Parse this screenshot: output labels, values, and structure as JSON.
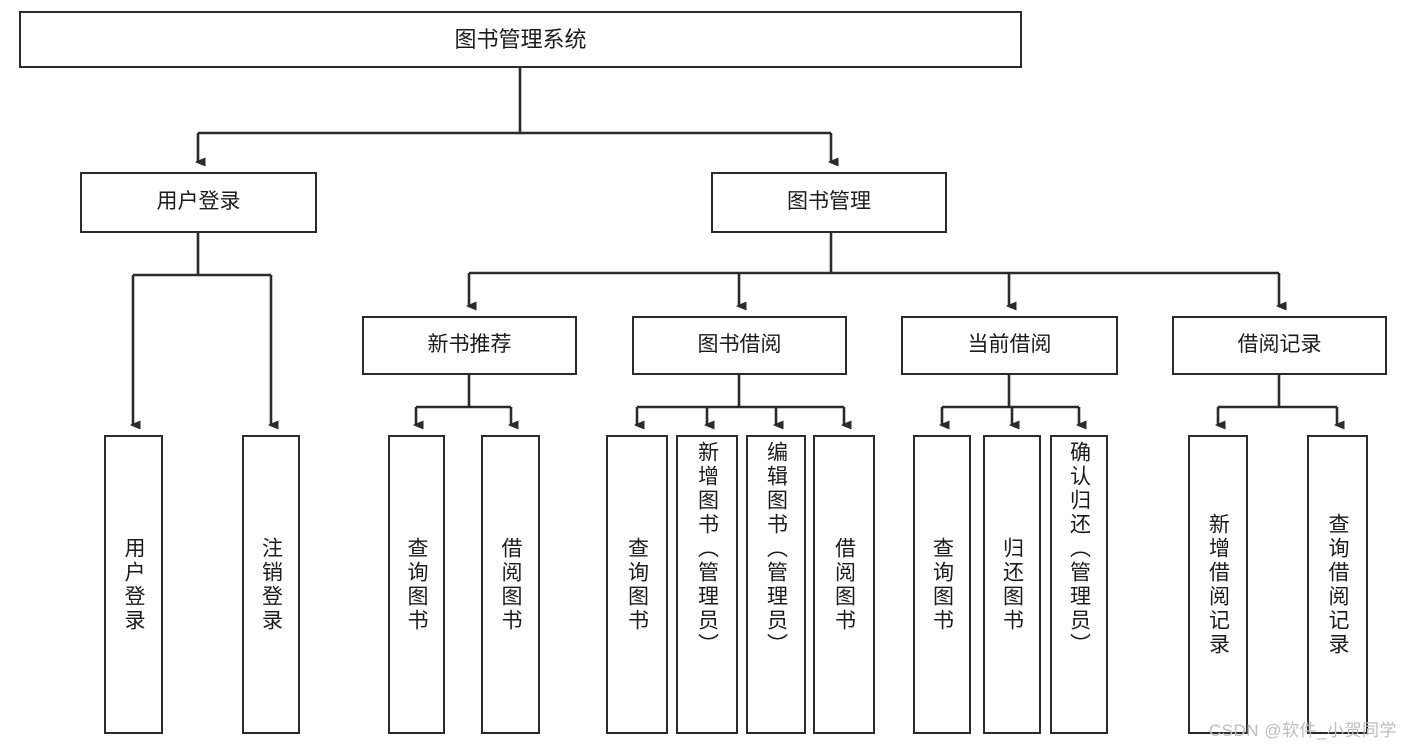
{
  "diagram": {
    "title": "图书管理系统",
    "type": "tree-hierarchy",
    "root": {
      "label": "图书管理系统"
    },
    "level2": [
      {
        "label": "用户登录"
      },
      {
        "label": "图书管理"
      }
    ],
    "level3": [
      {
        "label": "新书推荐"
      },
      {
        "label": "图书借阅"
      },
      {
        "label": "当前借阅"
      },
      {
        "label": "借阅记录"
      }
    ],
    "leaves": {
      "user_login": [
        {
          "label": "用户登录"
        },
        {
          "label": "注销登录"
        }
      ],
      "new_book_recommend": [
        {
          "label": "查询图书"
        },
        {
          "label": "借阅图书"
        }
      ],
      "book_borrow": [
        {
          "label": "查询图书"
        },
        {
          "label": "新增图书（管理员）"
        },
        {
          "label": "编辑图书（管理员）"
        },
        {
          "label": "借阅图书"
        }
      ],
      "current_borrow": [
        {
          "label": "查询图书"
        },
        {
          "label": "归还图书"
        },
        {
          "label": "确认归还（管理员）"
        }
      ],
      "borrow_record": [
        {
          "label": "新增借阅记录"
        },
        {
          "label": "查询借阅记录"
        }
      ]
    }
  },
  "watermark": {
    "text": "CSDN @软件_小贺同学"
  },
  "colors": {
    "stroke": "#2b2b2b",
    "background": "#ffffff",
    "text": "#1b1b1b",
    "watermark": "#bdbdbd"
  }
}
